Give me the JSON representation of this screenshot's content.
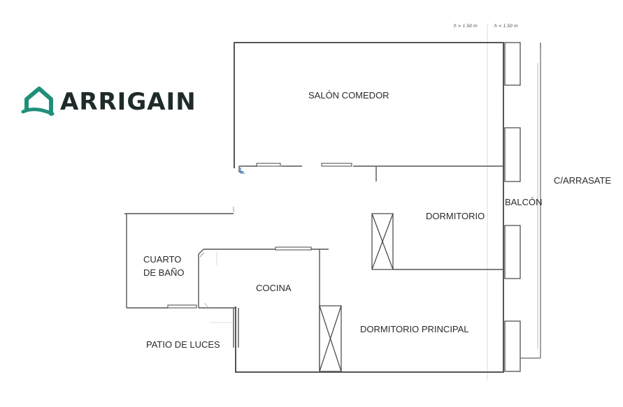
{
  "logo": {
    "text": "ARRIGAIN",
    "text_color": "#1f2b2a",
    "mark_color": "#1f8f7a"
  },
  "height_labels": {
    "above": "h > 1.50 m",
    "below": "h < 1.50 m"
  },
  "rooms": {
    "salon": "SALÓN COMEDOR",
    "dormitorio": "DORMITORIO",
    "balcon": "BALCÓN",
    "street": "C/ARRASATE",
    "bano_line1": "CUARTO",
    "bano_line2": "DE BAÑO",
    "cocina": "COCINA",
    "principal": "DORMITORIO PRINCIPAL",
    "patio": "PATIO DE LUCES"
  },
  "colors": {
    "wall": "#555555",
    "thin": "#888888",
    "guide": "#dddddd",
    "accent": "#3a7ac0"
  }
}
